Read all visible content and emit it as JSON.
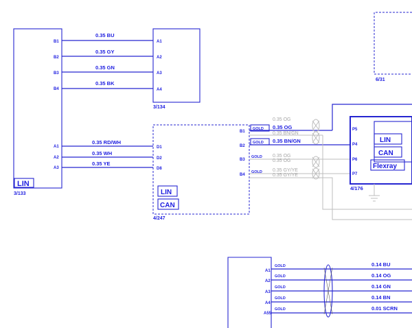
{
  "connectors": {
    "c3_133": {
      "id": "3/133",
      "pins": [
        "B1",
        "B2",
        "B3",
        "B4",
        "A1",
        "A2",
        "A3"
      ],
      "badge": "LIN"
    },
    "c3_134": {
      "id": "3/134",
      "pins": [
        "A1",
        "A2",
        "A3",
        "A4"
      ]
    },
    "c4_247": {
      "id": "4/247",
      "left_pins": [
        "D1",
        "D2",
        "D8"
      ],
      "right_pins": [
        "B1",
        "B2",
        "B3",
        "B4"
      ],
      "badges": [
        "LIN",
        "CAN"
      ]
    },
    "c4_176": {
      "id": "4/176",
      "pins": [
        "P5",
        "P4",
        "P6",
        "P7"
      ],
      "badges": [
        "LIN",
        "CAN",
        "Flexray"
      ]
    },
    "c6_31": {
      "id": "6/31"
    },
    "bottom": {
      "pins": [
        "A1",
        "A2",
        "A3",
        "A4",
        "A55"
      ]
    }
  },
  "wires": {
    "top": [
      "0.35 BU",
      "0.35 GY",
      "0.35 GN",
      "0.35 BK"
    ],
    "mid": [
      "0.35 RD/WH",
      "0.35 WH",
      "0.35 YE"
    ],
    "right_dark": [
      "0.35 OG",
      "0.35 BN/GN",
      "0.35 GY/YE"
    ],
    "right_grey": [
      "0.35 OG",
      "0.35 BN/GN",
      "0.35 OG",
      "0.35 OG",
      "0.35 GY/YE",
      "0.35 GY/YE"
    ],
    "gold": [
      "GOLD",
      "GOLD",
      "GOLD",
      "GOLD"
    ],
    "bottom": [
      "0.14 BU",
      "0.14 OG",
      "0.14 GN",
      "0.14 BN",
      "0.01 SCRN"
    ],
    "bottom_gold": [
      "GOLD",
      "GOLD",
      "GOLD",
      "GOLD",
      "GOLD"
    ]
  },
  "colors": {
    "wire": "#2525d0",
    "label": "#1c1ce0",
    "grey": "#a6a6a6"
  }
}
